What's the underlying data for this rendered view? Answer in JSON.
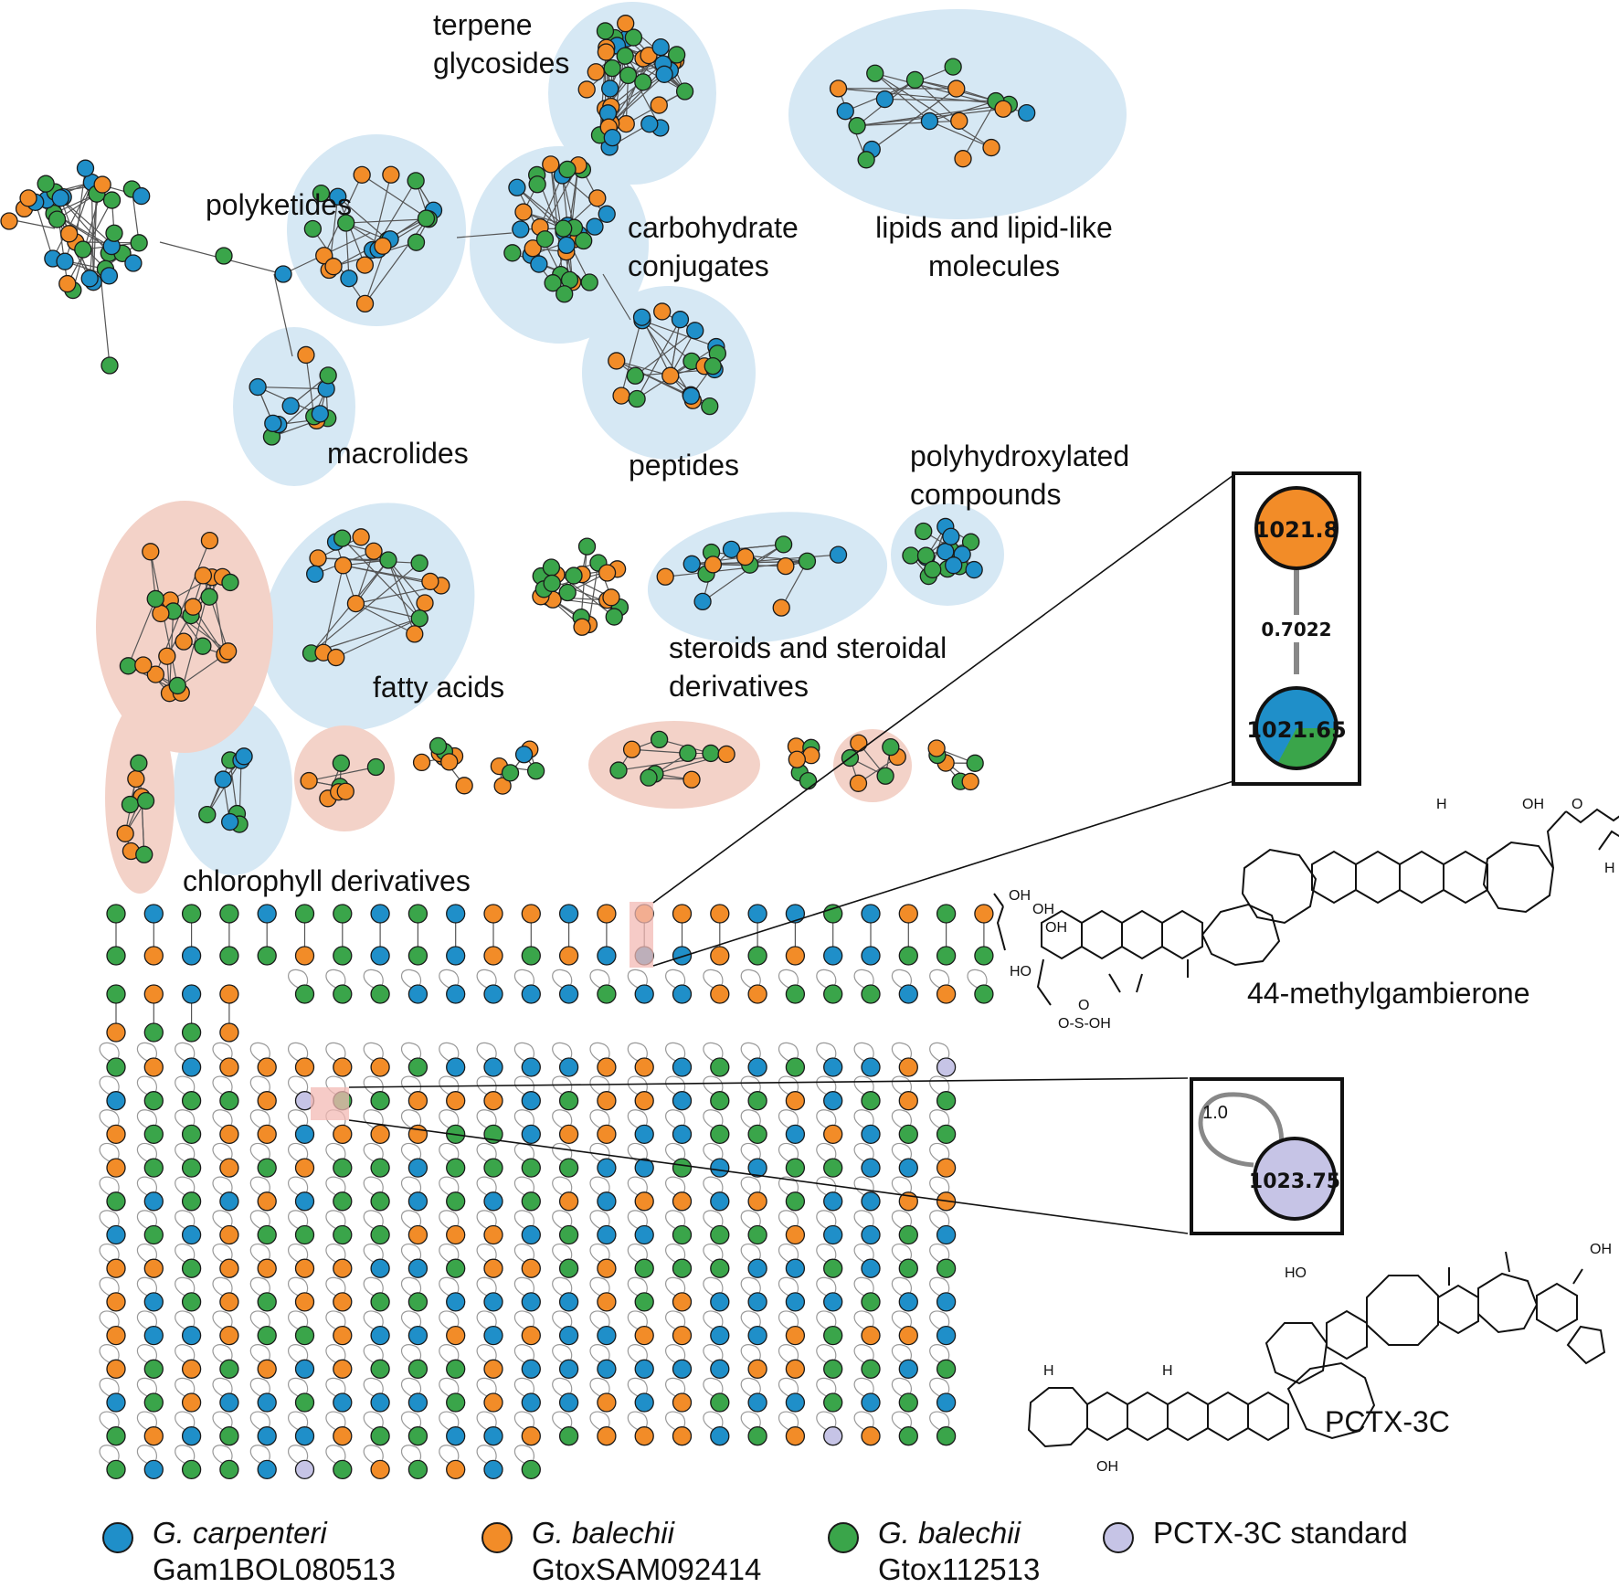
{
  "clusters": {
    "terpene_glycosides": [
      "terpene",
      "glycosides"
    ],
    "polyketides": "polyketides",
    "carbohydrate_conjugates": [
      "carbohydrate",
      "conjugates"
    ],
    "lipids": [
      "lipids and lipid-like",
      "molecules"
    ],
    "macrolides": "macrolides",
    "peptides": "peptides",
    "polyhydroxylated": [
      "polyhydroxylated",
      "compounds"
    ],
    "fatty_acids": "fatty acids",
    "steroids": [
      "steroids and steroidal",
      "derivatives"
    ],
    "chlorophyll": "chlorophyll derivatives"
  },
  "zoom1": {
    "top_node": "1021.8",
    "edge": "0.7022",
    "bottom_node": "1021.65"
  },
  "zoom2": {
    "loop_label": "1.0",
    "node": "1023.75"
  },
  "compounds": {
    "upper": "44-methylgambierone",
    "lower": "PCTX-3C"
  },
  "legend": [
    {
      "name": "G. carpenteri",
      "strain": "Gam1BOL080513",
      "color": "#1f8fc9"
    },
    {
      "name": "G. balechii",
      "strain": "GtoxSAM092414",
      "color": "#f28c28"
    },
    {
      "name": "G. balechii",
      "strain": "Gtox112513",
      "color": "#3aa54a"
    },
    {
      "name": "PCTX-3C standard",
      "strain": "",
      "color": "#c6c4e6"
    }
  ],
  "colors": {
    "blue": "#1f8fc9",
    "orange": "#f28c28",
    "green": "#3aa54a",
    "purple": "#c6c4e6",
    "blob_blue": "#d6e8f4",
    "blob_red": "#f3d2c8"
  }
}
